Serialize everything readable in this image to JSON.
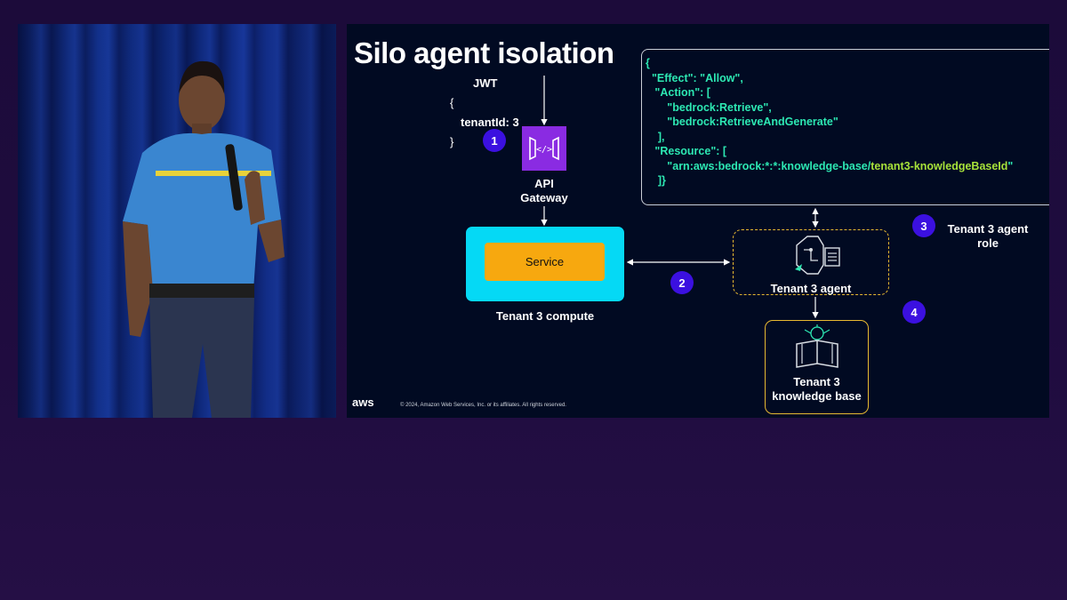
{
  "slide": {
    "title": "Silo agent isolation",
    "jwt": {
      "label": "JWT",
      "line_open": "{",
      "claim": "tenantId: 3",
      "line_close": "}"
    },
    "steps": [
      "1",
      "2",
      "3",
      "4"
    ],
    "api_gateway": {
      "line1": "API",
      "line2": "Gateway",
      "icon": "api-gateway-icon"
    },
    "service_label": "Service",
    "compute_label": "Tenant 3 compute",
    "policy": {
      "lines": [
        "{",
        "  \"Effect\": \"Allow\",",
        "   \"Action\": [",
        "       \"bedrock:Retrieve\",",
        "       \"bedrock:RetrieveAndGenerate\"",
        "    ],",
        "   \"Resource\": [",
        "       \"arn:aws:bedrock:*:*:knowledge-base/"
      ],
      "resource_highlight": "tenant3-knowledgeBaseId",
      "resource_end": "\"",
      "last_lines": [
        "    ]}"
      ]
    },
    "agent_role_label_line1": "Tenant 3 agent",
    "agent_role_label_line2": "role",
    "agent_label": "Tenant 3 agent",
    "kb_label_line1": "Tenant 3",
    "kb_label_line2": "knowledge base",
    "footer": {
      "logo": "aws",
      "copyright": "© 2024, Amazon Web Services, Inc. or its affiliates. All rights reserved."
    },
    "colors": {
      "badge": "#3b10e0",
      "compute": "#05d9f5",
      "service": "#f7a80f",
      "policy_text": "#2de8b3",
      "policy_highlight": "#a8e23a",
      "agent_border": "#e7b931"
    }
  }
}
